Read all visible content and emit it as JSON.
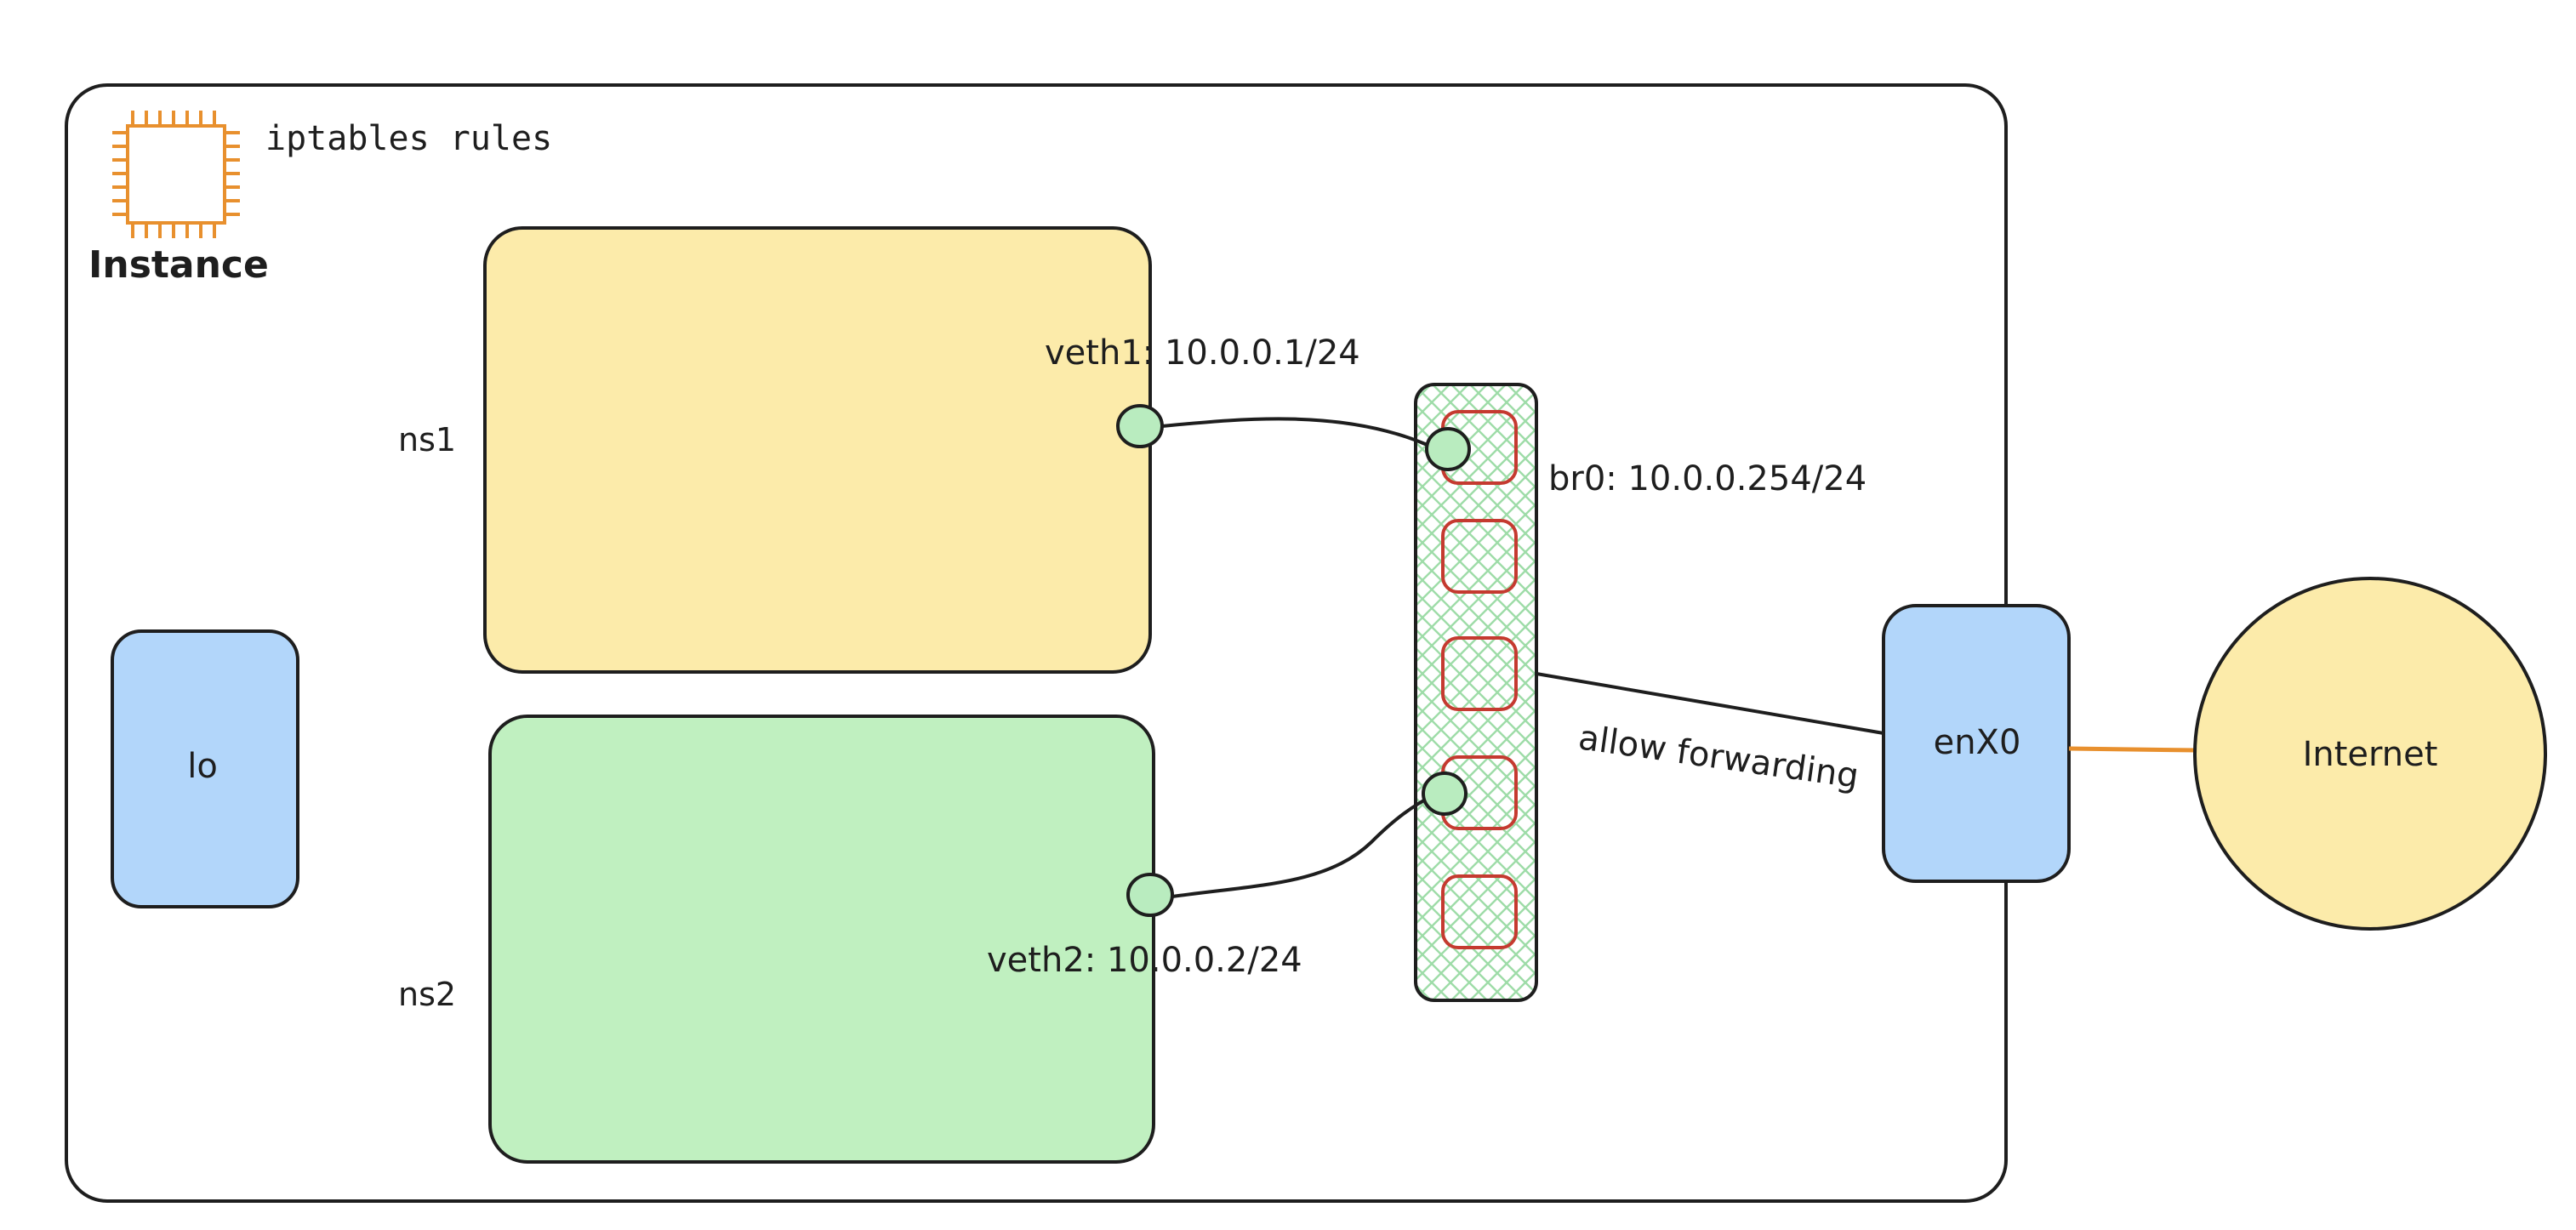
{
  "instance": {
    "title": "Instance",
    "rules_label": "iptables rules",
    "icon": "cpu-chip-icon"
  },
  "namespaces": {
    "ns1": {
      "name": "ns1",
      "veth_label": "veth1: 10.0.0.1/24"
    },
    "ns2": {
      "name": "ns2",
      "veth_label": "veth2: 10.0.0.2/24"
    }
  },
  "loopback": {
    "name": "lo"
  },
  "bridge": {
    "label": "br0: 10.0.0.254/24",
    "port_count": 5
  },
  "link": {
    "label": "allow forwarding"
  },
  "uplink": {
    "name": "enX0"
  },
  "internet": {
    "name": "Internet"
  },
  "colors": {
    "stroke": "#1e1e1e",
    "accent_orange": "#e8902e",
    "yellow_fill": "#fcebaa",
    "green_fill": "#c0f0c0",
    "blue_fill": "#b2d6fa",
    "port_fill": "#b9ecbf",
    "bridge_port_stroke": "#c53a30",
    "bridge_hatch": "#9edca8"
  }
}
